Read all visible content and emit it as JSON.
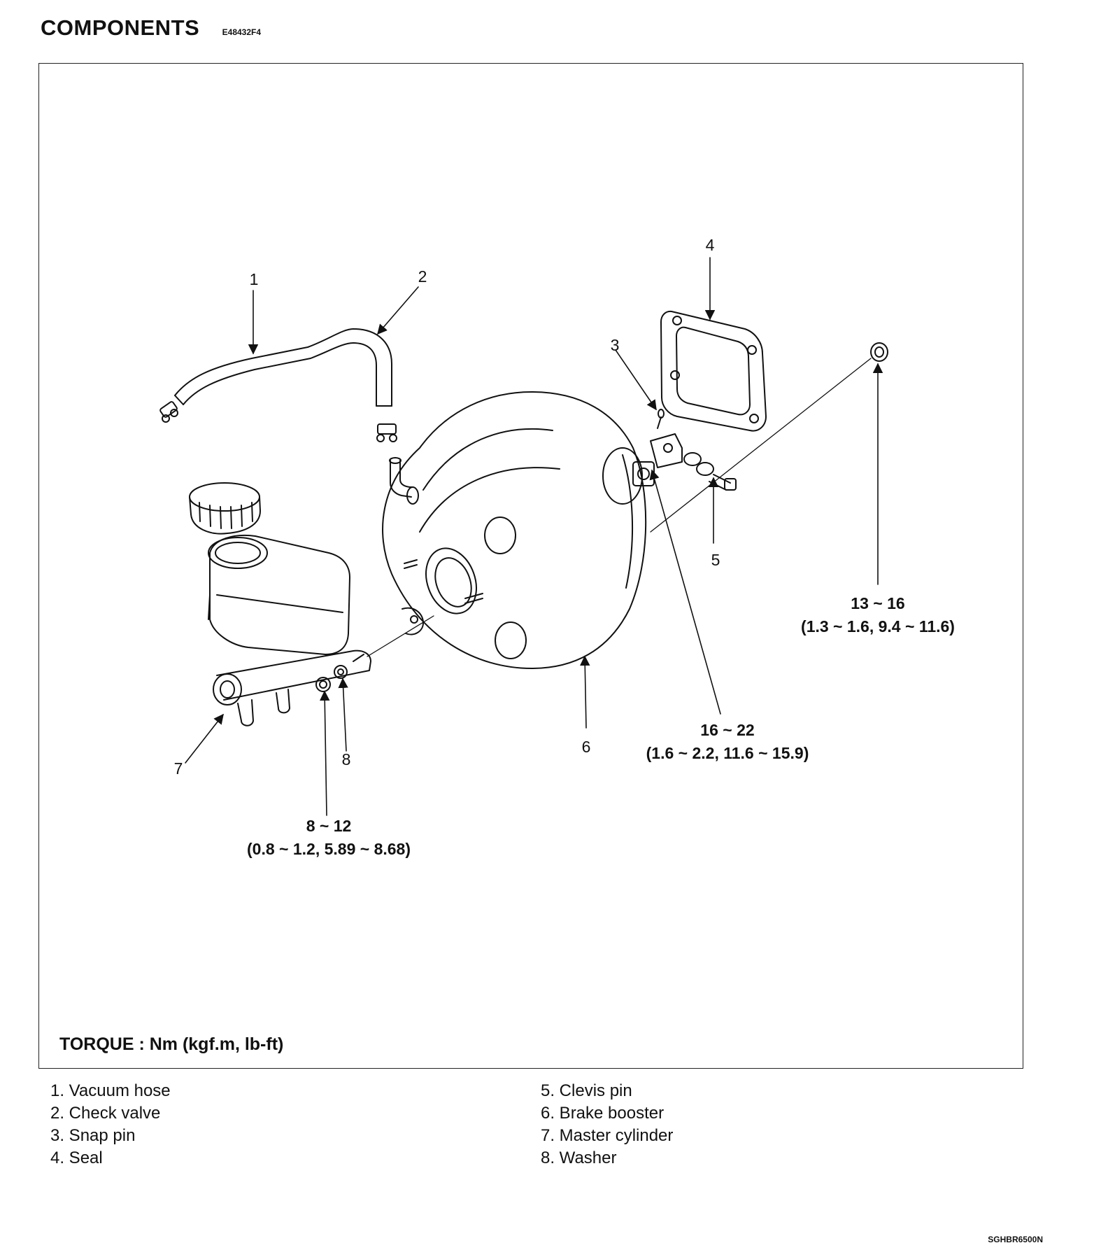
{
  "header": {
    "title": "COMPONENTS",
    "code": "E48432F4"
  },
  "callouts": {
    "c1": "1",
    "c2": "2",
    "c3": "3",
    "c4": "4",
    "c5": "5",
    "c6": "6",
    "c7": "7",
    "c8": "8"
  },
  "torques": {
    "booster_nut": {
      "value": "13 ~ 16",
      "conv": "(1.3 ~ 1.6, 9.4 ~ 11.6)"
    },
    "clevis_nut": {
      "value": "16 ~ 22",
      "conv": "(1.6 ~ 2.2, 11.6 ~ 15.9)"
    },
    "master_nut": {
      "value": "8 ~ 12",
      "conv": "(0.8 ~ 1.2, 5.89 ~ 8.68)"
    }
  },
  "torque_note": "TORQUE : Nm (kgf.m, lb-ft)",
  "legend": {
    "left": [
      "1. Vacuum hose",
      "2. Check valve",
      "3. Snap pin",
      "4. Seal"
    ],
    "right": [
      "5. Clevis pin",
      "6. Brake booster",
      "7. Master cylinder",
      "8. Washer"
    ]
  },
  "footer_code": "SGHBR6500N"
}
